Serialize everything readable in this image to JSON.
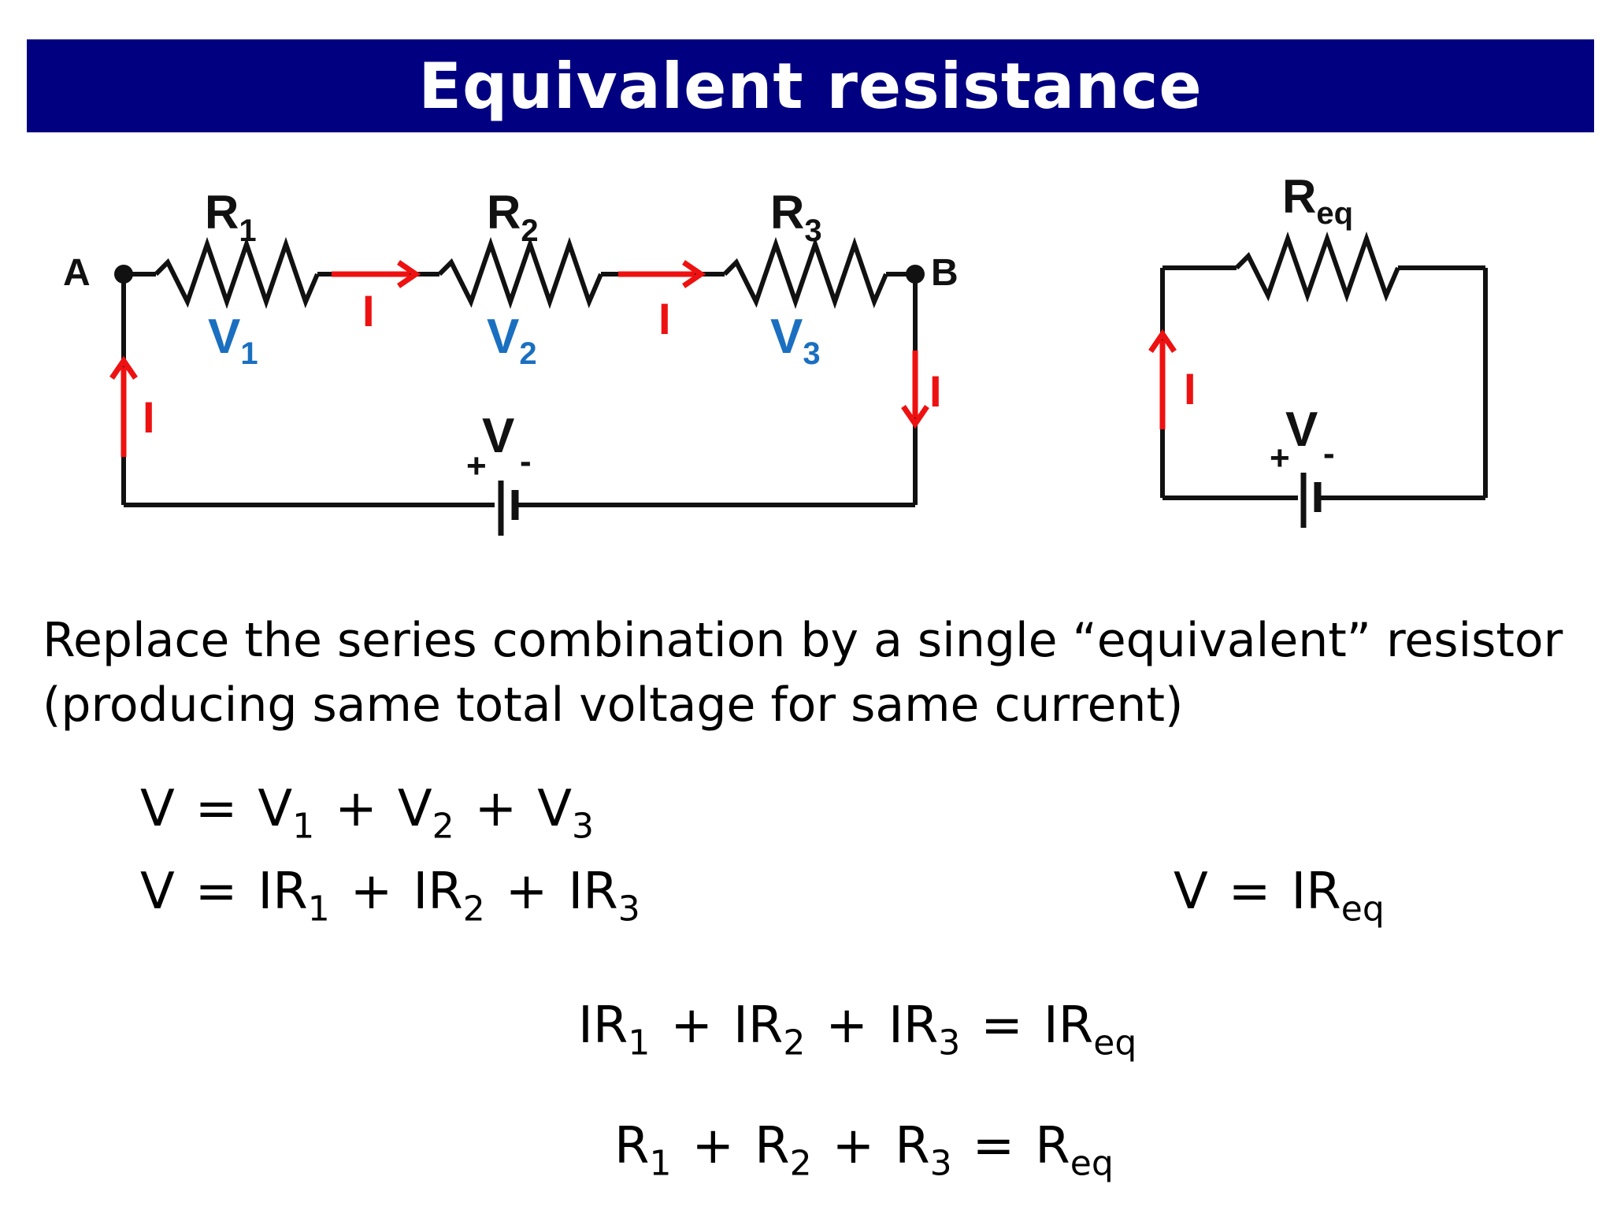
{
  "title": "Equivalent resistance",
  "circuit_left": {
    "node_a": "A",
    "node_b": "B",
    "resistors": [
      {
        "name": "R",
        "sub": "1",
        "voltage": "V",
        "voltage_sub": "1"
      },
      {
        "name": "R",
        "sub": "2",
        "voltage": "V",
        "voltage_sub": "2"
      },
      {
        "name": "R",
        "sub": "3",
        "voltage": "V",
        "voltage_sub": "3"
      }
    ],
    "current_label": "I",
    "battery": {
      "label": "V",
      "plus": "+",
      "minus": "-"
    }
  },
  "circuit_right": {
    "resistor": {
      "name": "R",
      "sub": "eq"
    },
    "current_label": "I",
    "battery": {
      "label": "V",
      "plus": "+",
      "minus": "-"
    }
  },
  "body": {
    "line1": "Replace the series combination by a single “equivalent” resistor",
    "line2": "(producing same total voltage for same current)"
  },
  "equations": {
    "eq1": {
      "lhs": "V",
      "eq": "=",
      "t1": "V",
      "s1": "1",
      "p1": "+",
      "t2": "V",
      "s2": "2",
      "p2": "+",
      "t3": "V",
      "s3": "3"
    },
    "eq2": {
      "lhs": "V",
      "eq": "=",
      "t1": "IR",
      "s1": "1",
      "p1": "+",
      "t2": "IR",
      "s2": "2",
      "p2": "+",
      "t3": "IR",
      "s3": "3"
    },
    "eq3": {
      "lhs": "V",
      "eq": "=",
      "rhs": "IR",
      "rhs_sub": "eq"
    },
    "eq4": {
      "t1": "IR",
      "s1": "1",
      "p1": "+",
      "t2": "IR",
      "s2": "2",
      "p2": "+",
      "t3": "IR",
      "s3": "3",
      "eq": "=",
      "rhs": "IR",
      "rhs_sub": "eq"
    },
    "eq5": {
      "t1": "R",
      "s1": "1",
      "p1": "+",
      "t2": "R",
      "s2": "2",
      "p2": "+",
      "t3": "R",
      "s3": "3",
      "eq": "=",
      "rhs": "R",
      "rhs_sub": "eq"
    }
  },
  "colors": {
    "banner": "#000080",
    "current": "#ee1111",
    "voltage": "#1a6fc0",
    "wire": "#111111"
  }
}
